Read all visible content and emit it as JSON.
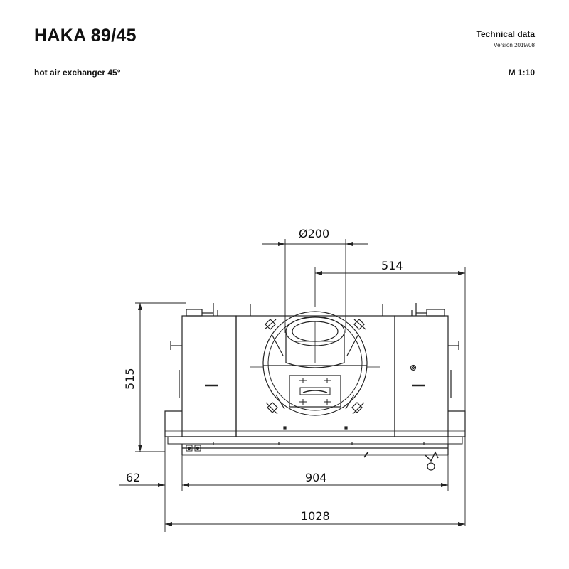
{
  "header": {
    "title": "HAKA 89/45",
    "subtitle": "hot air exchanger 45°",
    "technical_data": "Technical data",
    "version": "Version 2019/08",
    "scale": "M 1:10"
  },
  "dimensions": {
    "diameter": "Ø200",
    "offset_right": "514",
    "height": "515",
    "left_offset": "62",
    "inner_width": "904",
    "total_width": "1028"
  }
}
